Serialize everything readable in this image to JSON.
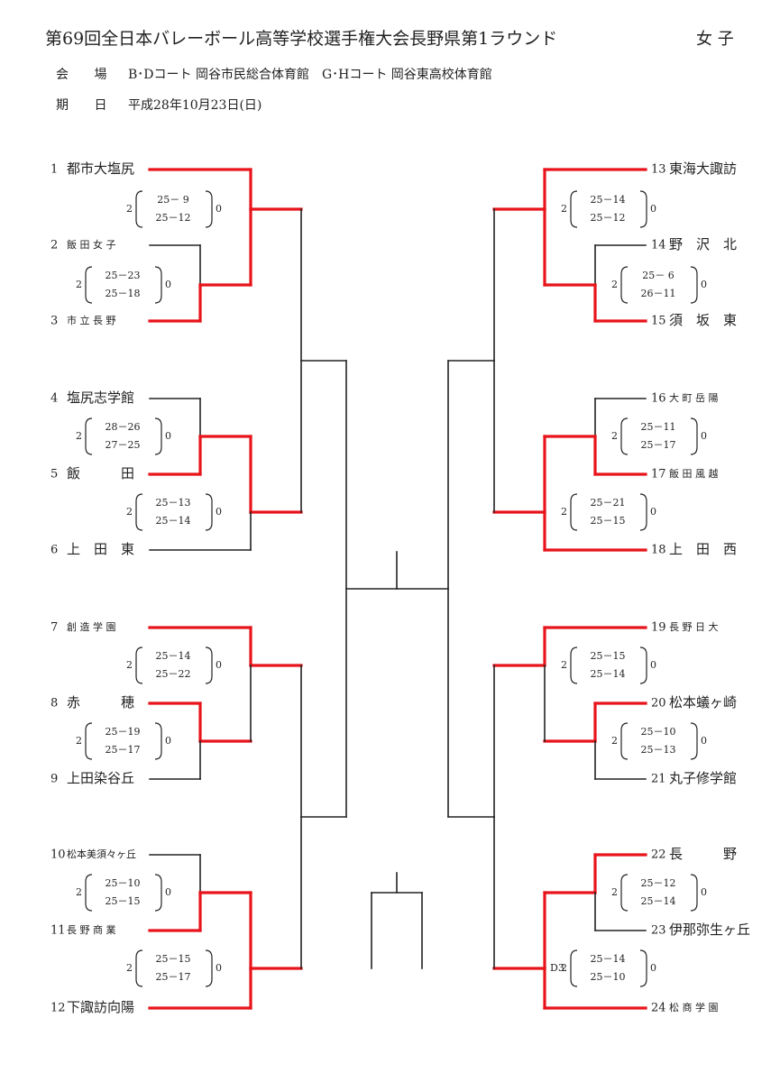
{
  "title": "第69回全日本バレーボール高等学校選手権大会長野県第1ラウンド",
  "division": "女 子",
  "venue_label": "会 場",
  "venue_text": "B･Dコート 岡谷市民総合体育館　G･Hコート 岡谷東高校体育館",
  "date_label": "期 日",
  "date_text": "平成28年10月23日(日)",
  "colors": {
    "winner_line": "#e8141b",
    "line": "#222222"
  },
  "teams": [
    {
      "num": "1",
      "name": "都市大塩尻"
    },
    {
      "num": "2",
      "name": "飯 田 女 子"
    },
    {
      "num": "3",
      "name": "市 立 長 野"
    },
    {
      "num": "4",
      "name": "塩尻志学館"
    },
    {
      "num": "5",
      "name": "飯　　　田"
    },
    {
      "num": "6",
      "name": "上　田　東"
    },
    {
      "num": "7",
      "name": "創 造 学 園"
    },
    {
      "num": "8",
      "name": "赤　　　穂"
    },
    {
      "num": "9",
      "name": "上田染谷丘"
    },
    {
      "num": "10",
      "name": "松本美須々ヶ丘"
    },
    {
      "num": "11",
      "name": "長 野 商 業"
    },
    {
      "num": "12",
      "name": "下諏訪向陽"
    },
    {
      "num": "13",
      "name": "東海大諏訪"
    },
    {
      "num": "14",
      "name": "野　沢　北"
    },
    {
      "num": "15",
      "name": "須　坂　東"
    },
    {
      "num": "16",
      "name": "大 町 岳 陽"
    },
    {
      "num": "17",
      "name": "飯 田 風 越"
    },
    {
      "num": "18",
      "name": "上　田　西"
    },
    {
      "num": "19",
      "name": "長 野 日 大"
    },
    {
      "num": "20",
      "name": "松本蟻ヶ崎"
    },
    {
      "num": "21",
      "name": "丸子修学館"
    },
    {
      "num": "22",
      "name": "長　　　野"
    },
    {
      "num": "23",
      "name": "伊那弥生ヶ丘"
    },
    {
      "num": "24",
      "name": "松 商 学 園"
    }
  ],
  "matches": [
    {
      "left": "2",
      "s1": "25－ 9",
      "s2": "25－12",
      "right": "0"
    },
    {
      "left": "2",
      "s1": "25－23",
      "s2": "25－18",
      "right": "0"
    },
    {
      "left": "2",
      "s1": "28－26",
      "s2": "27－25",
      "right": "0"
    },
    {
      "left": "2",
      "s1": "25－13",
      "s2": "25－14",
      "right": "0"
    },
    {
      "left": "2",
      "s1": "25－14",
      "s2": "25－22",
      "right": "0"
    },
    {
      "left": "2",
      "s1": "25－19",
      "s2": "25－17",
      "right": "0"
    },
    {
      "left": "2",
      "s1": "25－10",
      "s2": "25－15",
      "right": "0"
    },
    {
      "left": "2",
      "s1": "25－15",
      "s2": "25－17",
      "right": "0"
    },
    {
      "left": "2",
      "s1": "25－14",
      "s2": "25－12",
      "right": "0"
    },
    {
      "left": "2",
      "s1": "25－ 6",
      "s2": "26－11",
      "right": "0"
    },
    {
      "left": "2",
      "s1": "25－11",
      "s2": "25－17",
      "right": "0"
    },
    {
      "left": "2",
      "s1": "25－21",
      "s2": "25－15",
      "right": "0"
    },
    {
      "left": "2",
      "s1": "25－15",
      "s2": "25－14",
      "right": "0"
    },
    {
      "left": "2",
      "s1": "25－10",
      "s2": "25－13",
      "right": "0"
    },
    {
      "left": "2",
      "s1": "25－12",
      "s2": "25－14",
      "right": "0"
    },
    {
      "left": "2",
      "s1": "25－14",
      "s2": "25－10",
      "right": "0"
    }
  ],
  "court_note": "D3"
}
